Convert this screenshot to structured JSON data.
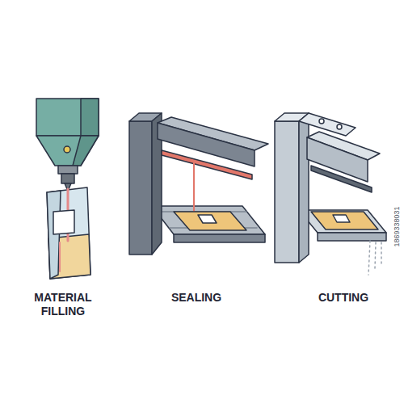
{
  "diagram": {
    "labels": [
      "MATERIAL FILLING",
      "SEALING",
      "CUTTING",
      "1869338031"
    ]
  }
}
